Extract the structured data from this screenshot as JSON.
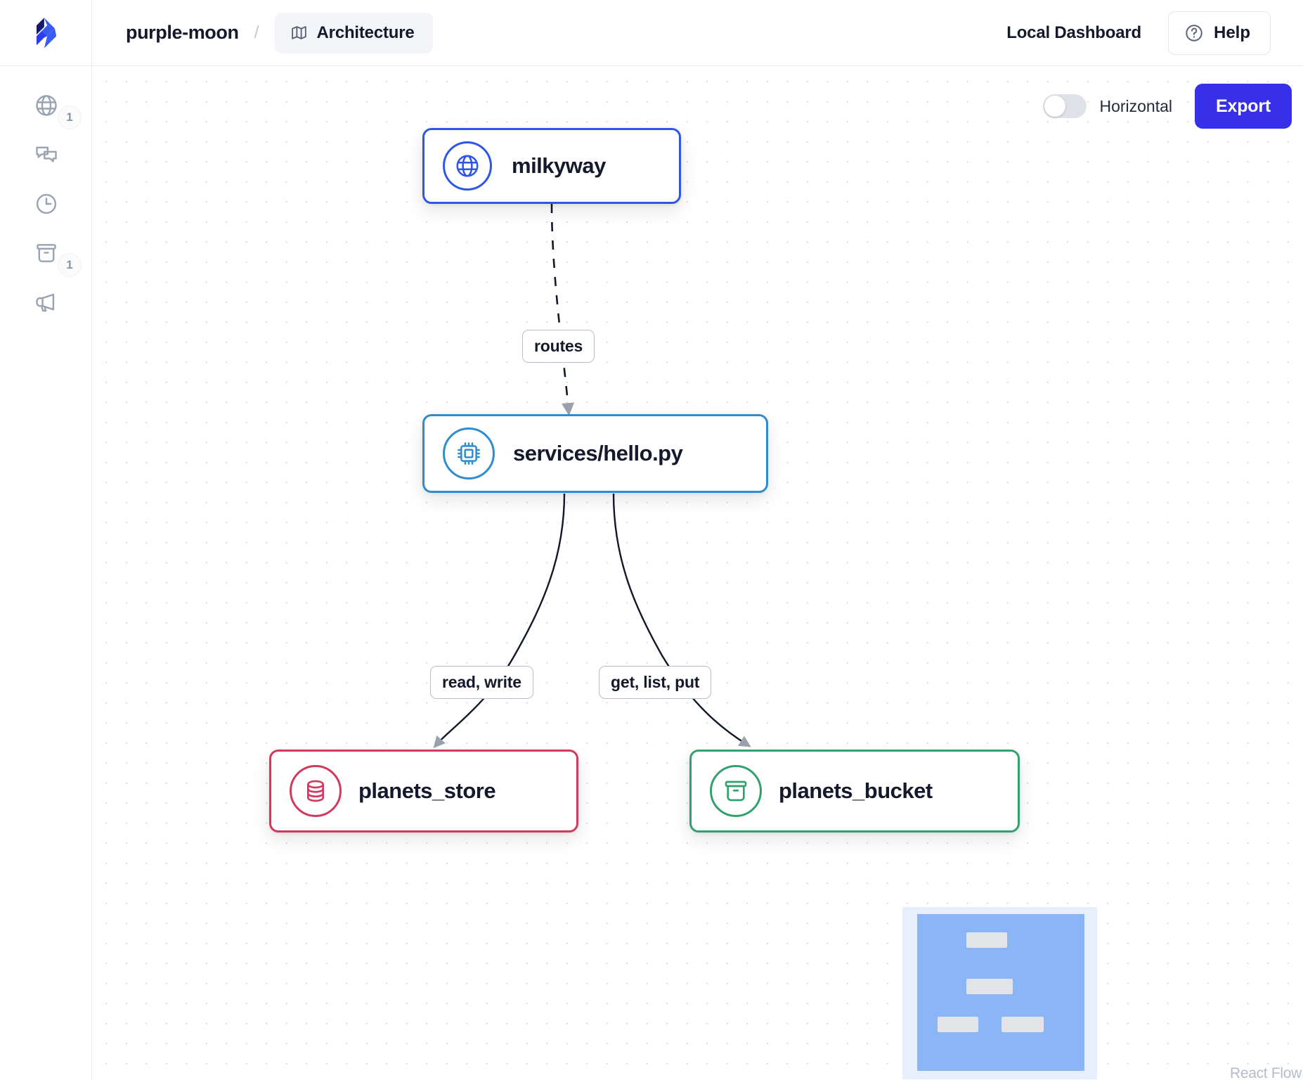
{
  "header": {
    "logo_icon": "brand-logo-icon",
    "project_name": "purple-moon",
    "separator": "/",
    "breadcrumb_icon": "map-icon",
    "breadcrumb_label": "Architecture",
    "local_dashboard_label": "Local Dashboard",
    "help_icon": "question-circle-icon",
    "help_label": "Help"
  },
  "sidebar": {
    "items": [
      {
        "name": "globe",
        "icon": "globe-icon",
        "badge": "1"
      },
      {
        "name": "messages",
        "icon": "chat-bubbles-icon",
        "badge": ""
      },
      {
        "name": "history",
        "icon": "clock-icon",
        "badge": ""
      },
      {
        "name": "buckets",
        "icon": "bucket-icon",
        "badge": "1"
      },
      {
        "name": "announcements",
        "icon": "megaphone-icon",
        "badge": ""
      }
    ]
  },
  "toolbar": {
    "toggle_label": "Horizontal",
    "toggle_state": "off",
    "export_label": "Export",
    "export_color": "#3730e8"
  },
  "graph": {
    "nodes": [
      {
        "id": "milkyway",
        "label": "milkyway",
        "icon": "globe-icon",
        "color": "#2f56e6"
      },
      {
        "id": "service",
        "label": "services/hello.py",
        "icon": "cpu-chip-icon",
        "color": "#2f8ccd"
      },
      {
        "id": "planets_store",
        "label": "planets_store",
        "icon": "database-icon",
        "color": "#d13a5e"
      },
      {
        "id": "planets_bucket",
        "label": "planets_bucket",
        "icon": "bucket-icon",
        "color": "#35a06f"
      }
    ],
    "edges": [
      {
        "from": "milkyway",
        "to": "service",
        "label": "routes",
        "style": "dashed"
      },
      {
        "from": "service",
        "to": "planets_store",
        "label": "read, write",
        "style": "solid"
      },
      {
        "from": "service",
        "to": "planets_bucket",
        "label": "get, list, put",
        "style": "solid"
      }
    ]
  },
  "minimap": {
    "attribution": "React Flow",
    "viewport_color": "#8ab6f7",
    "node_color": "#e2e4e7"
  }
}
